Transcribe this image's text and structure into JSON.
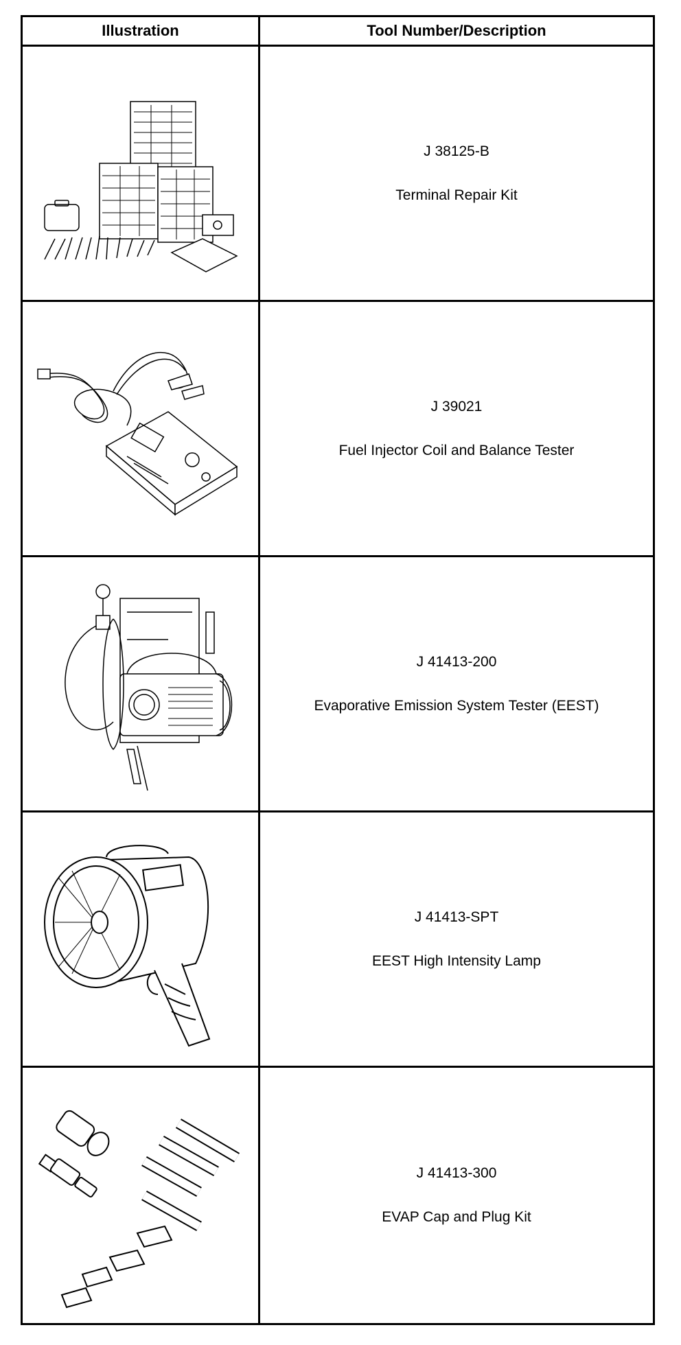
{
  "header": {
    "col1": "Illustration",
    "col2": "Tool Number/Description"
  },
  "rows": [
    {
      "number": "J 38125-B",
      "description": "Terminal Repair Kit",
      "icon": "terminal-repair-kit-icon"
    },
    {
      "number": "J 39021",
      "description": "Fuel Injector Coil and Balance Tester",
      "icon": "fuel-injector-tester-icon"
    },
    {
      "number": "J 41413-200",
      "description": "Evaporative Emission System Tester (EEST)",
      "icon": "eest-tester-icon"
    },
    {
      "number": "J 41413-SPT",
      "description": "EEST High Intensity Lamp",
      "icon": "high-intensity-lamp-icon"
    },
    {
      "number": "J 41413-300",
      "description": "EVAP Cap and Plug Kit",
      "icon": "cap-and-plug-kit-icon"
    }
  ]
}
